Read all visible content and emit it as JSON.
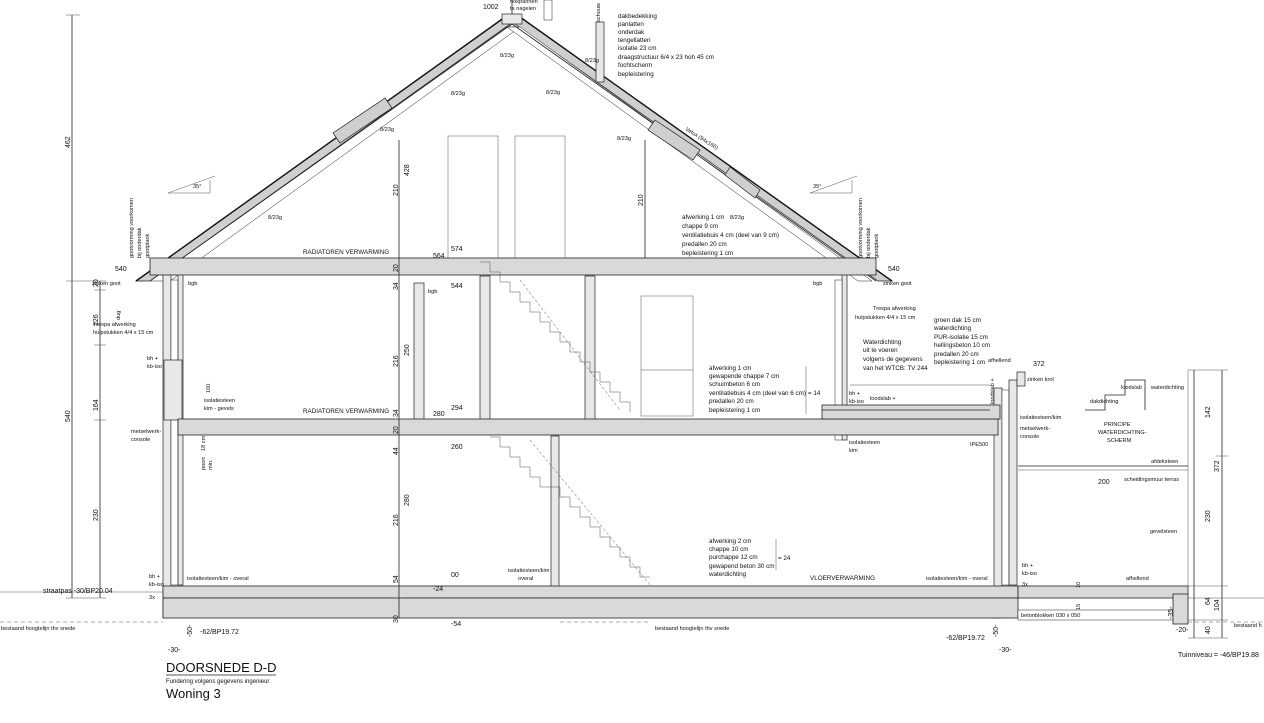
{
  "title": {
    "main": "DOORSNEDE D-D",
    "subtitle": "Fundering volgens gegevens ingenieur",
    "woning": "Woning 3"
  },
  "levels": {
    "top": "1002",
    "attic_left": "574",
    "attic_mid": "564",
    "attic_right": "544",
    "eave_left": "540",
    "eave_right": "540",
    "first_a": "294",
    "first_b": "280",
    "first_c": "260",
    "ground": "00",
    "ground_sub": "-24",
    "ground_sub2": "-54",
    "terrace": "372",
    "wall_top": "200",
    "straatpas": "straatpas -30/BP20.04",
    "found_left": "-62/BP19.72",
    "found_right": "-62/BP19.72",
    "tuinniveau": "Tuinniveau = -46/BP19.88",
    "minus30_left": "-30-",
    "minus30_right": "-30-",
    "minus50_left": "-50-",
    "minus50_right": "-50-",
    "minus20": "-20-",
    "minus35": "-35-"
  },
  "dims_left": [
    "462",
    "20",
    "126",
    "540",
    "164",
    "230"
  ],
  "dims_mid": [
    "428",
    "210",
    "20",
    "34",
    "250",
    "216",
    "34",
    "20",
    "44",
    "280",
    "216",
    "54",
    "30"
  ],
  "dims_right": [
    "142",
    "372",
    "230",
    "64",
    "104",
    "40"
  ],
  "dims_other": [
    "210",
    "100",
    "18 cm",
    "10",
    "15",
    "5"
  ],
  "slopes": [
    "35°",
    "35°"
  ],
  "rafter_tags": [
    "8/23g",
    "8/23g",
    "8/23g",
    "8/23g",
    "8/23g",
    "8/23g",
    "8/23g",
    "8/23g"
  ],
  "roof_spec": [
    "dakbedekking",
    "panlatten",
    "onderdak",
    "tengellatten",
    "isolatie 23 cm",
    "draagstructuur 6/4 x 23 hoh 45 cm",
    "fochtscherm",
    "bepleistering"
  ],
  "top_labels": [
    "nokpannen",
    "ta nageien",
    "schouw"
  ],
  "attic_floor_spec": [
    "afwerking 1 cm",
    "chappe 9 cm",
    "ventilatiebuis 4 cm (deel van 9 cm)",
    "predallen 20 cm",
    "bepleistering 1 cm"
  ],
  "first_floor_spec": [
    "afwerking 1 cm",
    "gewapende chappe 7 cm",
    "schuimbeton 6 cm",
    "ventilatiebuis 4 cm (deel van 6 cm)",
    "predallen 20 cm",
    "bepleistering 1 cm"
  ],
  "first_floor_sum": "= 14",
  "ground_floor_spec": [
    "afwerking 2 cm",
    "chappe 10 cm",
    "purchappe 12 cm",
    "gewapend beton 30 cm",
    "waterdichting"
  ],
  "ground_floor_sum": "= 24",
  "green_roof_spec": [
    "groen dak 15 cm",
    "waterdichting",
    "PUR-isolatie 15 cm",
    "hellingsbeton 10 cm",
    "predallen 20 cm",
    "bepleistering 1 cm"
  ],
  "waterproof_note": [
    "Waterdichting",
    "uit te voeren",
    "volgens de gegevens",
    "van het WTCB: TV 244"
  ],
  "labels": {
    "radiator_attic": "RADIATOREN VERWARMING",
    "radiator_first": "RADIATOREN VERWARMING",
    "floor_heating": "VLOERVERWARMING",
    "gutter_left": [
      "gootvorming voorkomen",
      "bij onderdak",
      "gootplank"
    ],
    "gutter_right": [
      "gootvorming voorkomen",
      "bij onderdak",
      "gootplank"
    ],
    "zinc_left": "zinken goot",
    "zinc_right": "zinken goot",
    "trespa_left": [
      "Trespa afwerking",
      "hulpstukken 4/4 x 15 cm"
    ],
    "trespa_right": [
      "Trespa afwerking",
      "hulpstukken 4/4 x 15 cm"
    ],
    "dug": "dug",
    "bgb_left": "bgb",
    "bgb_mid": "bgb",
    "bgb_right": "bgb",
    "velux": "Velux (94x160)",
    "bh_left": [
      "bh +",
      "kb-iso"
    ],
    "bh_left2": [
      "bh +",
      "kb-iso"
    ],
    "bh_right": [
      "bh +",
      "kb-iso"
    ],
    "bh_right2": [
      "bh +",
      "kb-iso"
    ],
    "isolatiesteen_left": [
      "isolatiesteen",
      "kim - gevels"
    ],
    "metselwerk_left": [
      "metselwerk-",
      "console"
    ],
    "metselwerk_right": [
      "metselwerk-",
      "console"
    ],
    "poort": [
      "poort",
      "min."
    ],
    "iso_overal_left": "isolatiesteen/kim - overal",
    "iso_overal_mid": [
      "isolatiesteen/kim",
      "overal"
    ],
    "iso_overal_right": "isolatiesteen/kim - overal",
    "iso_kim_right": "isolatiesteen/kim",
    "iso_kim_mid": [
      "isolatiesteen",
      "kim"
    ],
    "ipe": "IPE500",
    "loodslab": "loodslab +",
    "loodslab2": "loodslab",
    "loodslab3": "loodslab +",
    "zinken_krol": "zinken krol",
    "afhellend": "afhellend",
    "afhellend2": "afhellend",
    "waterdichting": "waterdichting",
    "dakdichting": "dakdichting",
    "principe": [
      "PRINCIPE",
      "WATERDICHTING-",
      "SCHERM"
    ],
    "afdeksteen": "afdeksteen",
    "scheidingsmuur": "scheidingsmuur terras",
    "gevelsteen": "gevelsteen",
    "betonblokken": "betonblokken 030 x 050",
    "hoogtelijn_left": "bestaand hoogtelijn thv snede",
    "hoogtelijn_mid": "bestaand hoogtelijn thv snede",
    "hoogtelijn_right": "bestaand h",
    "x3_left": "3x",
    "x3_right": "3x"
  },
  "colors": {
    "line": "#222222",
    "slab": "#d9d9d9",
    "rafter": "#cfcfcf"
  }
}
